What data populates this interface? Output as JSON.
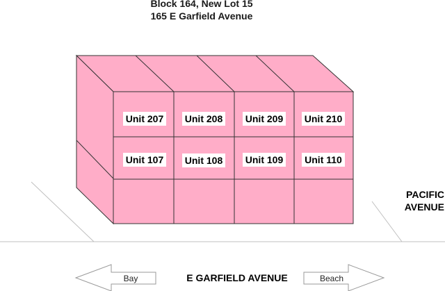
{
  "title": {
    "line1": "Block 164, New Lot 15",
    "line2": "165 E Garfield Avenue"
  },
  "units": {
    "upper": [
      "Unit 207",
      "Unit 208",
      "Unit 209",
      "Unit 210"
    ],
    "lower": [
      "Unit 107",
      "Unit 108",
      "Unit 109",
      "Unit 110"
    ]
  },
  "streets": {
    "pacific_line1": "PACIFIC",
    "pacific_line2": "AVENUE",
    "garfield": "E GARFIELD AVENUE"
  },
  "arrows": {
    "left": "Bay",
    "right": "Beach"
  },
  "colors": {
    "building_fill": "#ffadc8",
    "building_stroke": "#333333"
  }
}
